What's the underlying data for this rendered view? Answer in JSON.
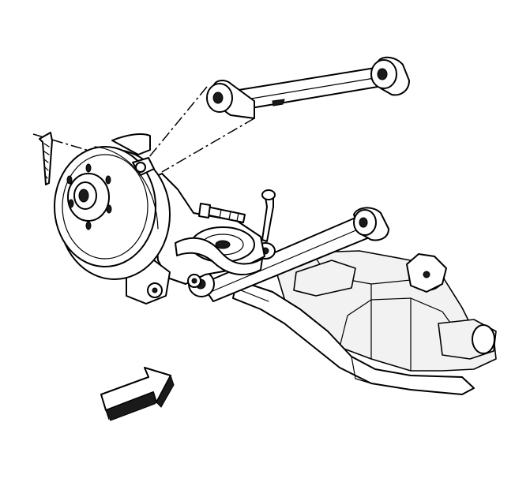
{
  "figure": {
    "background": "#ffffff",
    "line_color": "#000000",
    "parts": [
      "upper-control-arm",
      "lower-control-arm",
      "brake-rotor",
      "wheel-hub",
      "knuckle",
      "fastener-bolt",
      "rear-axle-carrier",
      "stabilizer-link",
      "direction-arrow"
    ],
    "callouts": []
  }
}
